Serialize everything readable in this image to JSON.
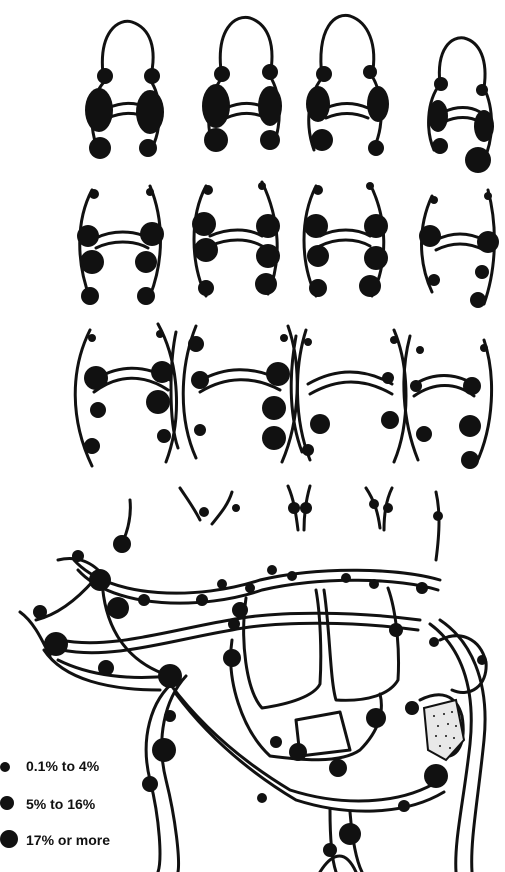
{
  "legend": {
    "items": [
      {
        "label": "0.1% to 4%",
        "size": "small"
      },
      {
        "label": "5% to 16%",
        "size": "medium"
      },
      {
        "label": "17% or more",
        "size": "large"
      }
    ]
  },
  "colors": {
    "ink": "#111111",
    "background": "#ffffff",
    "stipple": "#e8e8e8"
  }
}
